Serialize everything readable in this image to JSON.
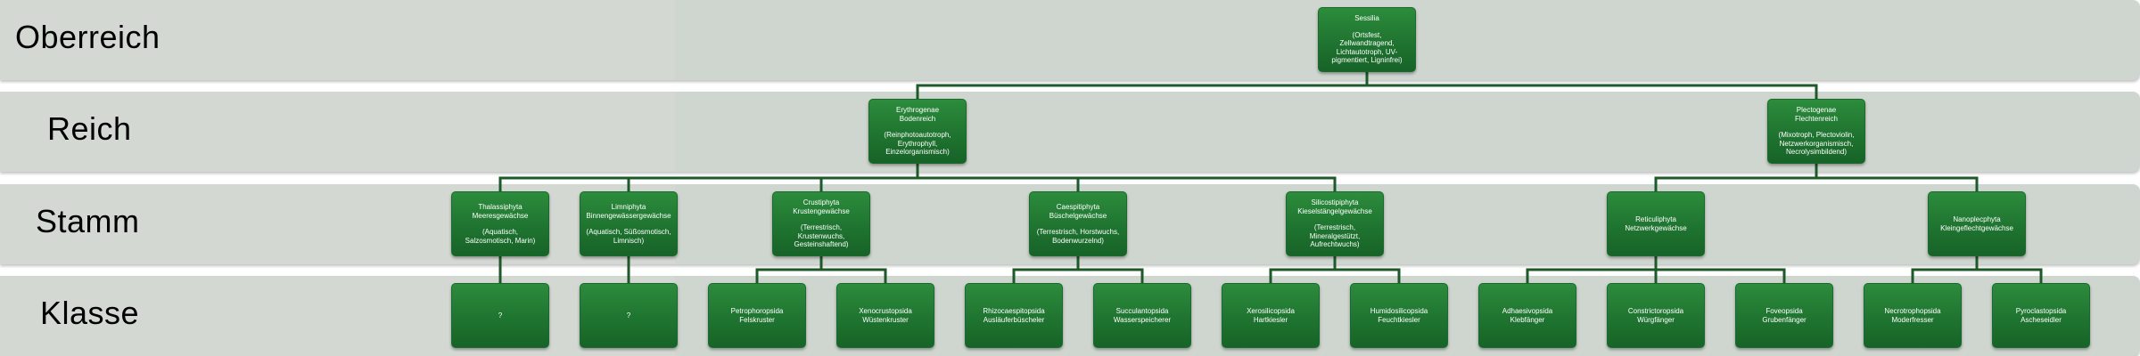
{
  "rows": {
    "oberreich": "Oberreich",
    "reich": "Reich",
    "stamm": "Stamm",
    "klasse": "Klasse"
  },
  "nodes": {
    "sessilia": {
      "title": "Sessilia",
      "sub": "",
      "desc": "(Ortsfest,\nZellwandtragend,\nLichtautotroph, UV-\npigmentiert, Ligninfrei)"
    },
    "erythrogenae": {
      "title": "Erythrogenae",
      "sub": "Bodenreich",
      "desc": "(Reinphotoautotroph,\nErythrophyll,\nEinzelorganismisch)"
    },
    "plectogenae": {
      "title": "Plectogenae",
      "sub": "Flechtenreich",
      "desc": "(Mixotroph, Plectoviolin,\nNetzwerkorganismisch,\nNecrolysimbildend)"
    },
    "thalassiphyta": {
      "title": "Thalassiphyta",
      "sub": "Meeresgewächse",
      "desc": "(Aquatisch,\nSalzosmotisch, Marin)"
    },
    "limniphyta": {
      "title": "Limniphyta",
      "sub": "Binnengewässergewächse",
      "desc": "(Aquatisch, Süßosmotisch,\nLimnisch)"
    },
    "crustiphyta": {
      "title": "Crustiphyta",
      "sub": "Krustengewächse",
      "desc": "(Terrestrisch,\nKrustenwuchs,\nGesteinshaftend)"
    },
    "caespitiphyta": {
      "title": "Caespitiphyta",
      "sub": "Büschelgewächse",
      "desc": "(Terrestrisch, Horstwuchs,\nBodenwurzelnd)"
    },
    "silicostipiphyta": {
      "title": "Silicostipiphyta",
      "sub": "Kieselstängelgewächse",
      "desc": "(Terrestrisch,\nMineralgestützt,\nAufrechtwuchs)"
    },
    "reticuliphyta": {
      "title": "Reticuliphyta",
      "sub": "Netzwerkgewächse",
      "desc": ""
    },
    "nanoplecphyta": {
      "title": "Nanoplecphyta",
      "sub": "Kleingeflechtgewächse",
      "desc": ""
    },
    "k_unknown1": {
      "title": "?",
      "sub": "",
      "desc": ""
    },
    "k_unknown2": {
      "title": "?",
      "sub": "",
      "desc": ""
    },
    "petrophoropsida": {
      "title": "Petrophoropsida",
      "sub": "Felskruster",
      "desc": ""
    },
    "xenocrustopsida": {
      "title": "Xenocrustopsida",
      "sub": "Wüstenkruster",
      "desc": ""
    },
    "rhizocaespitopsida": {
      "title": "Rhizocaespitopsida",
      "sub": "Ausläuferbüscheler",
      "desc": ""
    },
    "succulantopsida": {
      "title": "Succulantopsida",
      "sub": "Wasserspeicherer",
      "desc": ""
    },
    "xerosilicopsida": {
      "title": "Xerosilicopsida",
      "sub": "Hartkiesler",
      "desc": ""
    },
    "humidosilicopsida": {
      "title": "Humidosilicopsida",
      "sub": "Feuchtkiesler",
      "desc": ""
    },
    "adhaesivopsida": {
      "title": "Adhaesivopsida",
      "sub": "Klebfänger",
      "desc": ""
    },
    "constrictoropsida": {
      "title": "Constrictoropsida",
      "sub": "Würgfänger",
      "desc": ""
    },
    "foveopsida": {
      "title": "Foveopsida",
      "sub": "Grubenfänger",
      "desc": ""
    },
    "necrotrophopsida": {
      "title": "Necrotrophopsida",
      "sub": "Moderfresser",
      "desc": ""
    },
    "pyroclastopsida": {
      "title": "Pyroclastopsida",
      "sub": "Ascheseidler",
      "desc": ""
    }
  },
  "edges": [
    [
      "sessilia",
      "erythrogenae"
    ],
    [
      "sessilia",
      "plectogenae"
    ],
    [
      "erythrogenae",
      "thalassiphyta"
    ],
    [
      "erythrogenae",
      "limniphyta"
    ],
    [
      "erythrogenae",
      "crustiphyta"
    ],
    [
      "erythrogenae",
      "caespitiphyta"
    ],
    [
      "erythrogenae",
      "silicostipiphyta"
    ],
    [
      "plectogenae",
      "reticuliphyta"
    ],
    [
      "plectogenae",
      "nanoplecphyta"
    ],
    [
      "thalassiphyta",
      "k_unknown1"
    ],
    [
      "limniphyta",
      "k_unknown2"
    ],
    [
      "crustiphyta",
      "petrophoropsida"
    ],
    [
      "crustiphyta",
      "xenocrustopsida"
    ],
    [
      "caespitiphyta",
      "rhizocaespitopsida"
    ],
    [
      "caespitiphyta",
      "succulantopsida"
    ],
    [
      "silicostipiphyta",
      "xerosilicopsida"
    ],
    [
      "silicostipiphyta",
      "humidosilicopsida"
    ],
    [
      "reticuliphyta",
      "adhaesivopsida"
    ],
    [
      "reticuliphyta",
      "constrictoropsida"
    ],
    [
      "reticuliphyta",
      "foveopsida"
    ],
    [
      "nanoplecphyta",
      "necrotrophopsida"
    ],
    [
      "nanoplecphyta",
      "pyroclastopsida"
    ]
  ],
  "colors": {
    "node_fill": "#1f7430",
    "connector": "#1d5a28",
    "band": "#cfd5cf"
  }
}
